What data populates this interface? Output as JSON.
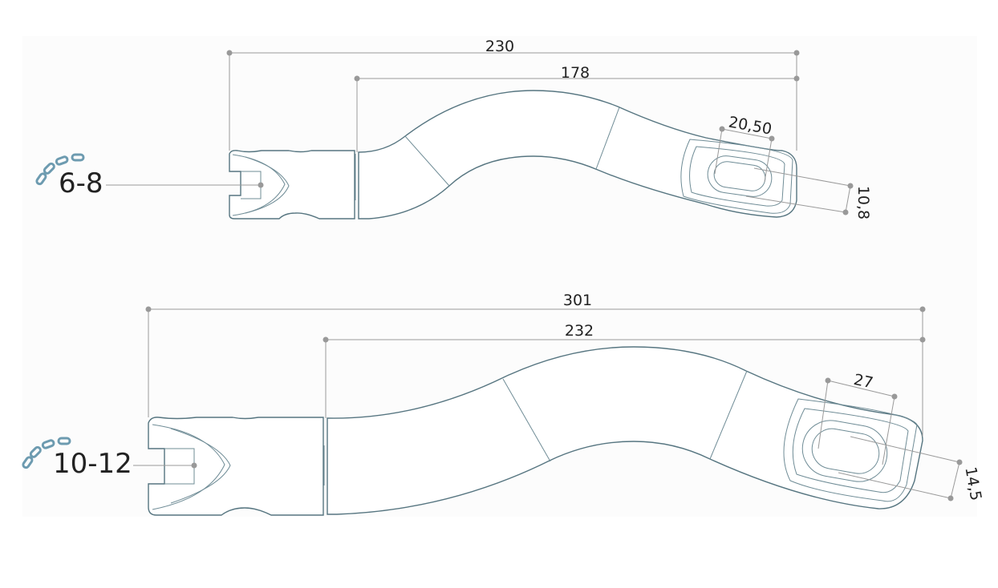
{
  "drawing_1": {
    "chain_size": "6-8",
    "overall_length": "230",
    "body_length": "178",
    "slot_length": "20,50",
    "slot_width": "10,8"
  },
  "drawing_2": {
    "chain_size": "10-12",
    "overall_length": "301",
    "body_length": "232",
    "slot_length": "27",
    "slot_width": "14,5"
  },
  "colors": {
    "outline": "#567580",
    "chain_icon": "#6d9bb0",
    "dimension": "#9a9a9a"
  }
}
